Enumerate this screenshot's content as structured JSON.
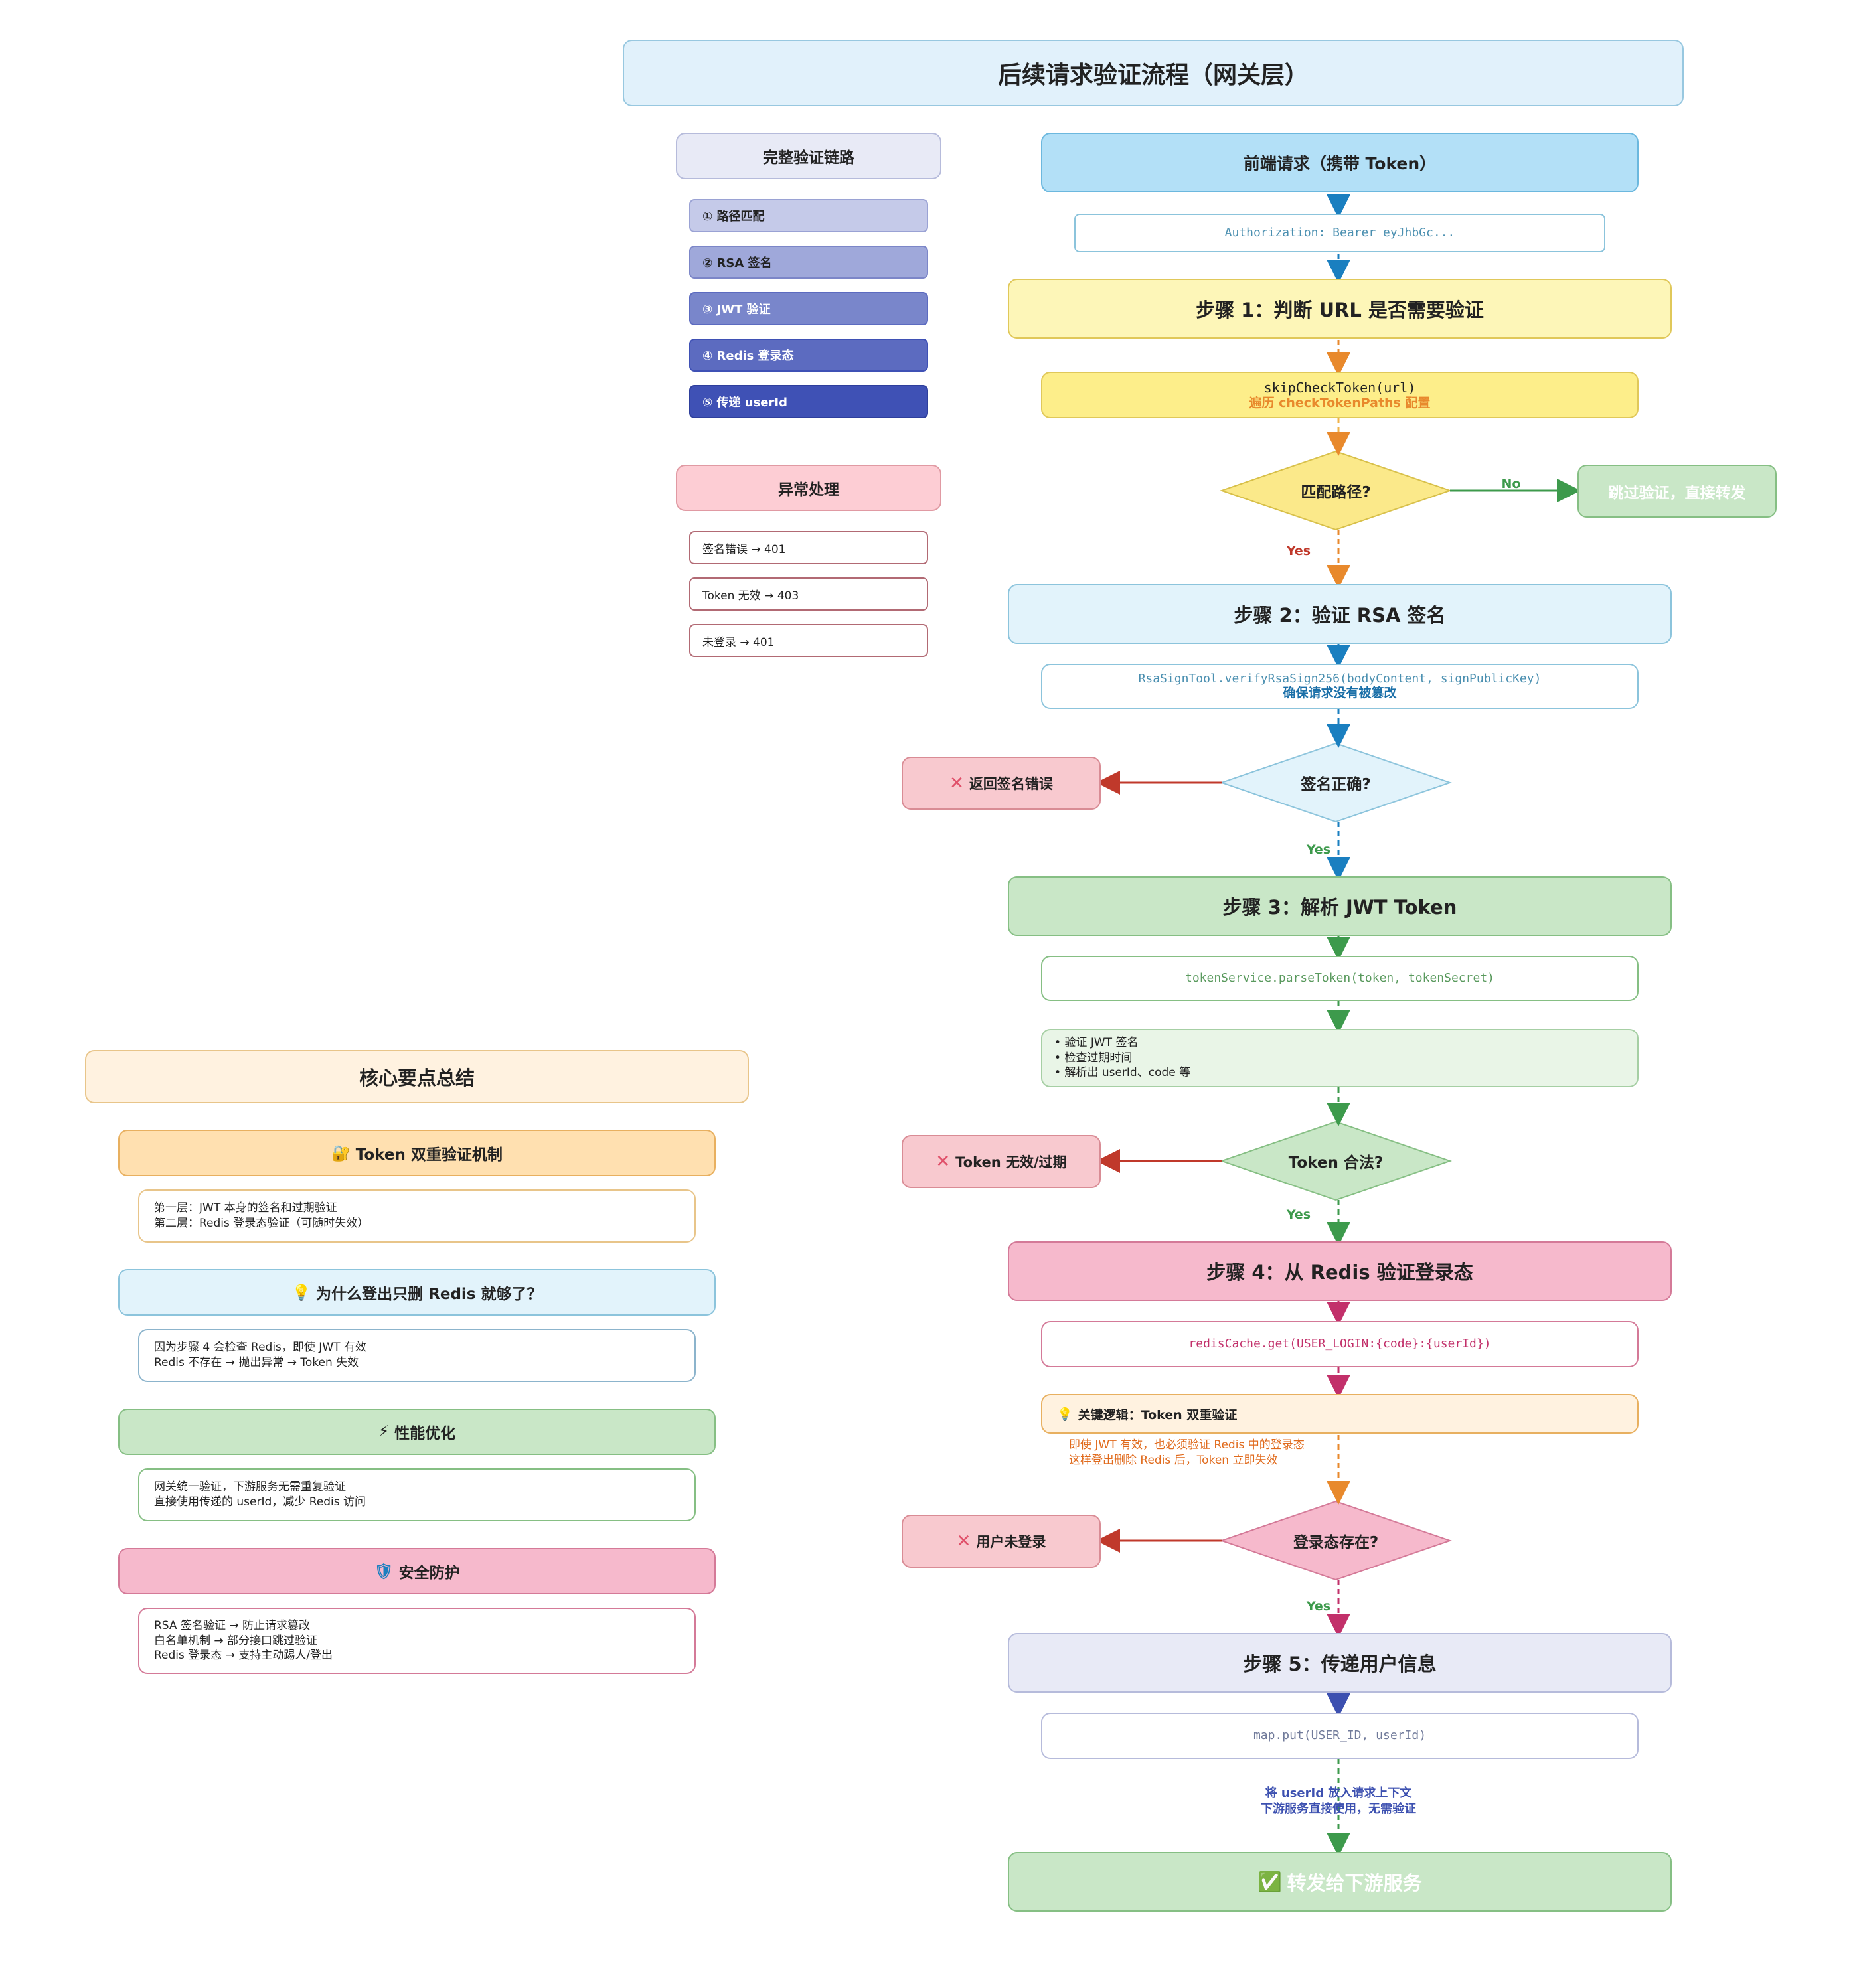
{
  "title": "后续请求验证流程（网关层）",
  "chain": {
    "header": "完整验证链路",
    "items": [
      "① 路径匹配",
      "② RSA 签名",
      "③ JWT 验证",
      "④ Redis 登录态",
      "⑤ 传递 userId"
    ]
  },
  "exceptions": {
    "header": "异常处理",
    "items": [
      "签名错误 → 401",
      "Token 无效 → 403",
      "未登录 → 401"
    ]
  },
  "summary": {
    "header": "核心要点总结",
    "cards": [
      {
        "title": "Token 双重验证机制",
        "icon": "🔐",
        "lines": [
          "第一层：JWT 本身的签名和过期验证",
          "第二层：Redis 登录态验证（可随时失效）"
        ]
      },
      {
        "title": "为什么登出只删 Redis 就够了？",
        "icon": "💡",
        "lines": [
          "因为步骤 4 会检查 Redis，即使 JWT 有效",
          "Redis 不存在 → 抛出异常 → Token 失效"
        ]
      },
      {
        "title": "性能优化",
        "icon": "⚡",
        "lines": [
          "网关统一验证，下游服务无需重复验证",
          "直接使用传递的 userId，减少 Redis 访问"
        ]
      },
      {
        "title": "安全防护",
        "icon": "🛡",
        "lines": [
          "RSA 签名验证 → 防止请求篡改",
          "白名单机制 → 部分接口跳过验证",
          "Redis 登录态 → 支持主动踢人/登出"
        ]
      }
    ]
  },
  "flow": {
    "request": "前端请求（携带 Token）",
    "auth_header": "Authorization: Bearer eyJhbGc...",
    "step1": "步骤 1：判断 URL 是否需要验证",
    "step1_code": "skipCheckToken(url)",
    "step1_note": "遍历 checkTokenPaths 配置",
    "d1": "匹配路径?",
    "d1_no": "No",
    "d1_yes": "Yes",
    "skip": "跳过验证，直接转发",
    "step2": "步骤 2：验证 RSA 签名",
    "step2_code": "RsaSignTool.verifyRsaSign256(bodyContent, signPublicKey)",
    "step2_note": "确保请求没有被篡改",
    "d2": "签名正确?",
    "d2_yes": "Yes",
    "err_sign": "返回签名错误",
    "step3": "步骤 3：解析 JWT Token",
    "step3_code": "tokenService.parseToken(token, tokenSecret)",
    "step3_lines": [
      "• 验证 JWT 签名",
      "• 检查过期时间",
      "• 解析出 userId、code 等"
    ],
    "d3": "Token 合法?",
    "d3_yes": "Yes",
    "err_token": "Token 无效/过期",
    "step4": "步骤 4：从 Redis 验证登录态",
    "step4_code": "redisCache.get(USER_LOGIN:{code}:{userId})",
    "step4_key": "关键逻辑：Token 双重验证",
    "step4_key_icon": "💡",
    "step4_note": [
      "即使 JWT 有效，也必须验证 Redis 中的登录态",
      "这样登出删除 Redis 后，Token 立即失效"
    ],
    "d4": "登录态存在?",
    "d4_yes": "Yes",
    "err_login": "用户未登录",
    "step5": "步骤 5：传递用户信息",
    "step5_code": "map.put(USER_ID, userId)",
    "step5_note": [
      "将 userId 放入请求上下文",
      "下游服务直接使用，无需验证"
    ],
    "forward": "转发给下游服务",
    "forward_icon": "✅",
    "err_icon": "✕"
  },
  "colors": {
    "blue": "#1a7fc0",
    "orange": "#e8892c",
    "green": "#3d9a4c",
    "red": "#c0392b",
    "pink": "#c2306a",
    "indigo": "#3c50b0",
    "skip_text": "#ffffff"
  }
}
